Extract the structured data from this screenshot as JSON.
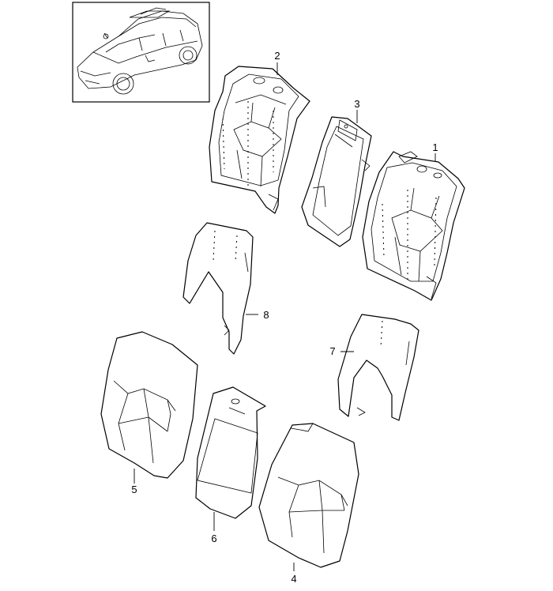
{
  "diagram": {
    "parts": [
      {
        "id": "p1",
        "number": "1"
      },
      {
        "id": "p2",
        "number": "2"
      },
      {
        "id": "p3",
        "number": "3"
      },
      {
        "id": "p4",
        "number": "4"
      },
      {
        "id": "p5",
        "number": "5"
      },
      {
        "id": "p6",
        "number": "6"
      },
      {
        "id": "p7",
        "number": "7"
      },
      {
        "id": "p8",
        "number": "8"
      }
    ]
  }
}
